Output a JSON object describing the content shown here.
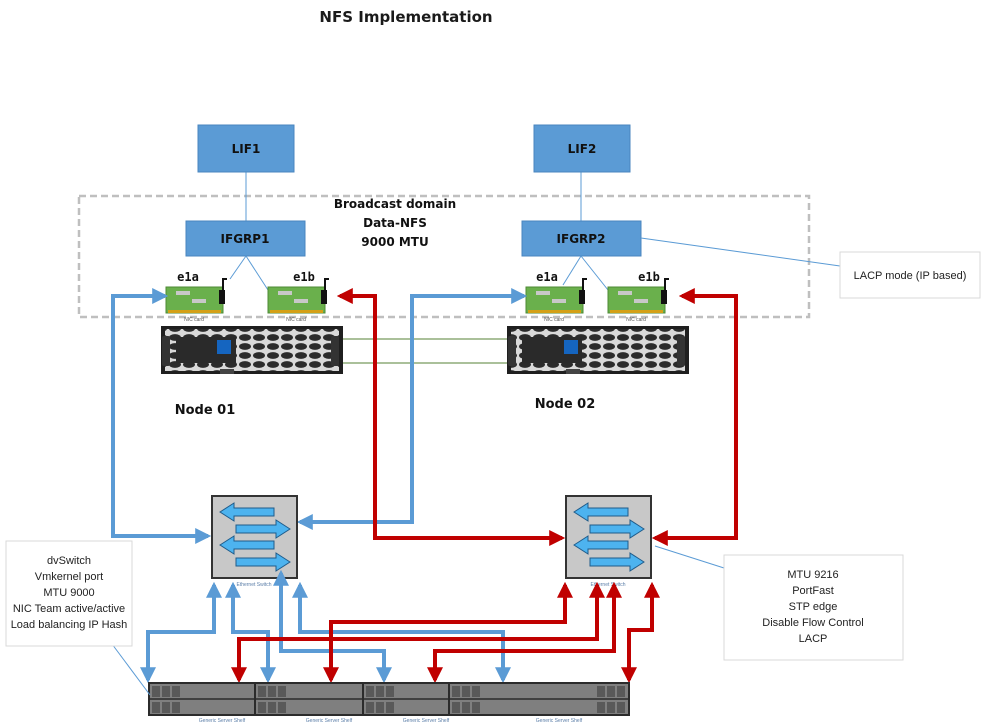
{
  "title": "NFS Implementation",
  "lifs": [
    {
      "label": "LIF1"
    },
    {
      "label": "LIF2"
    }
  ],
  "broadcast_domain": {
    "lines": [
      "Broadcast domain",
      "Data-NFS",
      "9000 MTU"
    ]
  },
  "ifgrps": [
    {
      "label": "IFGRP1"
    },
    {
      "label": "IFGRP2"
    }
  ],
  "ports": {
    "node1": [
      "e1a",
      "e1b"
    ],
    "node2": [
      "e1a",
      "e1b"
    ]
  },
  "nic_card_label": "NIC card",
  "nodes": [
    {
      "label": "Node 01"
    },
    {
      "label": "Node 02"
    }
  ],
  "callouts": {
    "lacp": "LACP mode (IP based)",
    "esxi": [
      "dvSwitch",
      "Vmkernel port",
      "MTU 9000",
      "NIC Team active/active",
      "Load balancing IP Hash"
    ],
    "switch": [
      "MTU 9216",
      "PortFast",
      "STP edge",
      "Disable Flow Control",
      "LACP"
    ]
  },
  "switch_label": "Ethernet Switch",
  "server_shelf_label": "Generic Server Shelf",
  "colors": {
    "box_blue": "#5b9bd5",
    "path_blue": "#5b9bd5",
    "path_red": "#c00000",
    "nic_green": "#6ab04c",
    "switch_gray": "#c8c8c8",
    "shelf_gray": "#7f7f7f",
    "dash_gray": "#bfbfbf"
  }
}
